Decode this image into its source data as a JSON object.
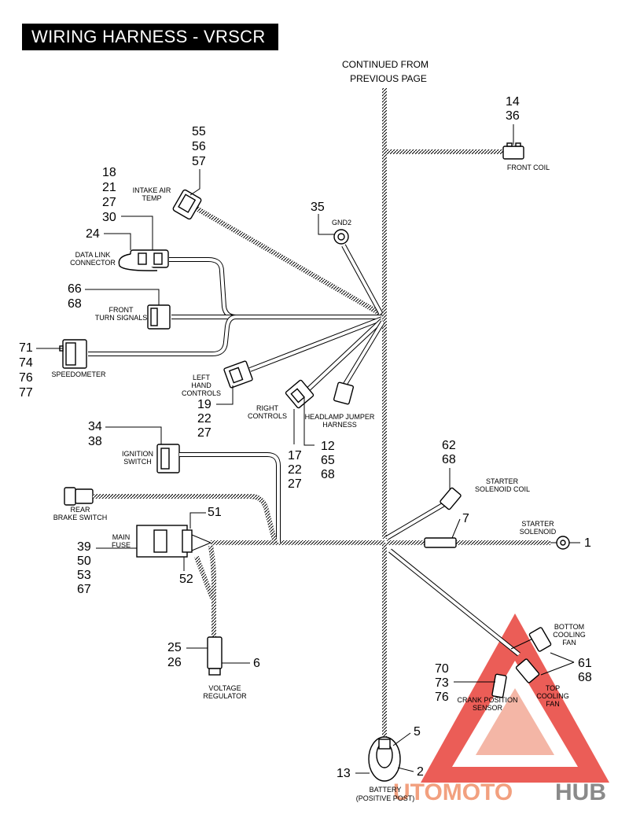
{
  "title": "WIRING HARNESS - VRSCR",
  "continued": [
    "CONTINUED FROM",
    "PREVIOUS PAGE"
  ],
  "components": {
    "front_coil": {
      "label": [
        "FRONT COIL"
      ],
      "numbers": [
        "14",
        "36"
      ]
    },
    "intake_air_temp": {
      "label": [
        "INTAKE AIR",
        "TEMP"
      ],
      "numbers": [
        "55",
        "56",
        "57"
      ]
    },
    "data_link": {
      "label": [
        "DATA LINK",
        "CONNECTOR"
      ],
      "numbers": [
        "18",
        "21",
        "27",
        "30",
        "24"
      ]
    },
    "gnd2": {
      "label": [
        "GND2"
      ],
      "numbers": [
        "35"
      ]
    },
    "front_turn": {
      "label": [
        "FRONT",
        "TURN SIGNALS"
      ],
      "numbers": [
        "66",
        "68"
      ]
    },
    "speedometer": {
      "label": [
        "SPEEDOMETER"
      ],
      "numbers": [
        "71",
        "74",
        "76",
        "77"
      ]
    },
    "left_hand": {
      "label": [
        "LEFT",
        "HAND",
        "CONTROLS"
      ],
      "numbers": [
        "19",
        "22",
        "27"
      ]
    },
    "right_controls": {
      "label": [
        "RIGHT",
        "CONTROLS"
      ],
      "numbers": [
        "17",
        "22",
        "27"
      ]
    },
    "headlamp": {
      "label": [
        "HEADLAMP JUMPER",
        "HARNESS"
      ],
      "numbers": [
        "12",
        "65",
        "68"
      ]
    },
    "ignition": {
      "label": [
        "IGNITION",
        "SWITCH"
      ],
      "numbers": [
        "34",
        "38"
      ]
    },
    "starter_solenoid_coil": {
      "label": [
        "STARTER",
        "SOLENOID COIL"
      ],
      "numbers": [
        "62",
        "68"
      ]
    },
    "rear_brake": {
      "label": [
        "REAR",
        "BRAKE SWITCH"
      ]
    },
    "main_fuse": {
      "label": [
        "MAIN",
        "FUSE"
      ],
      "numbers": [
        "51",
        "39",
        "50",
        "53",
        "67",
        "52"
      ]
    },
    "starter_solenoid": {
      "label": [
        "STARTER",
        "SOLENOID"
      ],
      "numbers": [
        "7",
        "1"
      ]
    },
    "voltage_regulator": {
      "label": [
        "VOLTAGE",
        "REGULATOR"
      ],
      "numbers": [
        "25",
        "26",
        "6"
      ]
    },
    "bottom_cooling_fan": {
      "label": [
        "BOTTOM",
        "COOLING",
        "FAN"
      ]
    },
    "top_cooling_fan": {
      "label": [
        "TOP",
        "COOLING",
        "FAN"
      ],
      "numbers": [
        "61",
        "68"
      ]
    },
    "crank_position": {
      "label": [
        "CRANK POSITION",
        "SENSOR"
      ],
      "numbers": [
        "70",
        "73",
        "76"
      ]
    },
    "battery": {
      "label": [
        "BATTERY",
        "(POSITIVE POST)"
      ],
      "numbers": [
        "5",
        "13",
        "2"
      ]
    }
  },
  "watermark": {
    "text_a": "UTOMOTO",
    "text_b": "HUB",
    "color_a": "#f2a07f",
    "color_b": "#8a8a8a",
    "triangle_color": "#e8413a"
  }
}
